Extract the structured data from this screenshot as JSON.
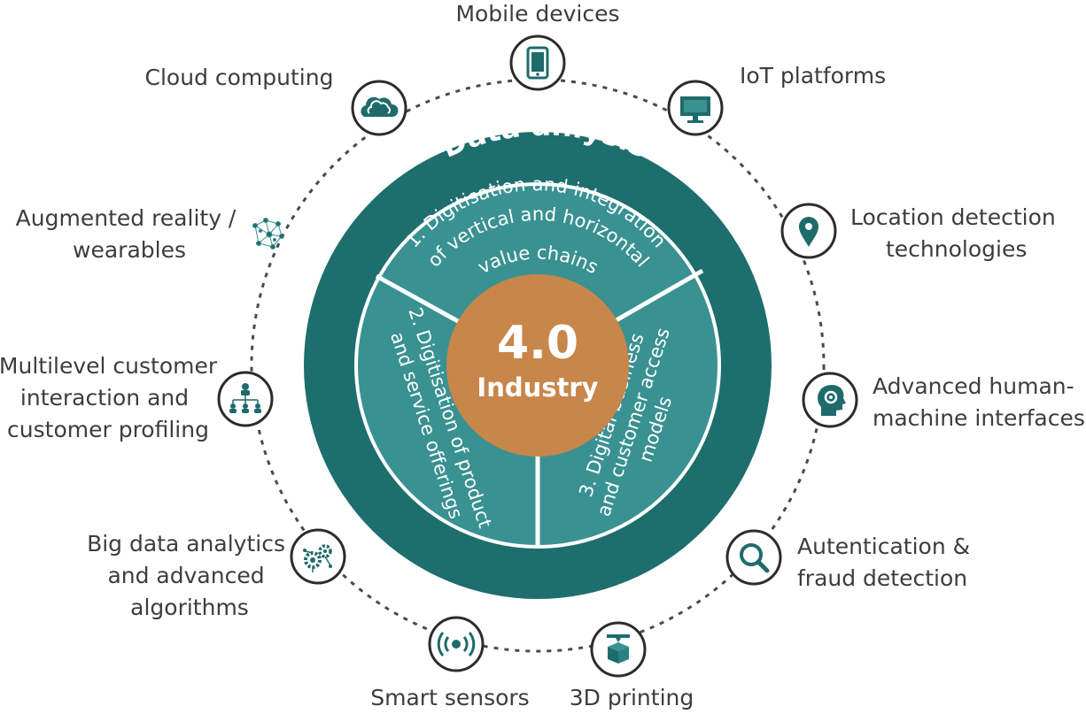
{
  "colors": {
    "outer_ring": "#1e6e6e",
    "segments": "#3a9191",
    "segment_divider": "#ffffff",
    "center": "#c8864a",
    "icon": "#1f6b6b",
    "text": "#3d3d3d"
  },
  "ring_title": "Data anlysis",
  "center": {
    "big": "4.0",
    "small": "Industry"
  },
  "segments": [
    {
      "lines": [
        "1. Digitisation and integration",
        "of vertical and horizontal",
        "value chains"
      ]
    },
    {
      "lines": [
        "2. Digitisation of product",
        "and service offerings"
      ]
    },
    {
      "lines": [
        "3. Digital business",
        "and customer access",
        "models"
      ]
    }
  ],
  "nodes": [
    {
      "icon": "mobile-device-icon",
      "label": [
        "Mobile devices"
      ]
    },
    {
      "icon": "monitor-icon",
      "label": [
        "IoT platforms"
      ]
    },
    {
      "icon": "location-pin-icon",
      "label": [
        "Location detection",
        "technologies"
      ]
    },
    {
      "icon": "head-gear-icon",
      "label": [
        "Advanced human-",
        "machine interfaces"
      ]
    },
    {
      "icon": "magnifier-icon",
      "label": [
        "Autentication &",
        "fraud detection"
      ]
    },
    {
      "icon": "3d-printer-icon",
      "label": [
        "3D printing"
      ]
    },
    {
      "icon": "sensor-waves-icon",
      "label": [
        "Smart sensors"
      ]
    },
    {
      "icon": "gears-network-icon",
      "label": [
        "Big data analytics",
        "and advanced",
        "algorithms"
      ]
    },
    {
      "icon": "org-chart-icon",
      "label": [
        "Multilevel customer",
        "interaction and",
        "customer profiling"
      ]
    },
    {
      "icon": "network-nodes-icon",
      "label": [
        "Augmented reality /",
        "wearables"
      ]
    },
    {
      "icon": "cloud-icon",
      "label": [
        "Cloud computing"
      ]
    }
  ]
}
